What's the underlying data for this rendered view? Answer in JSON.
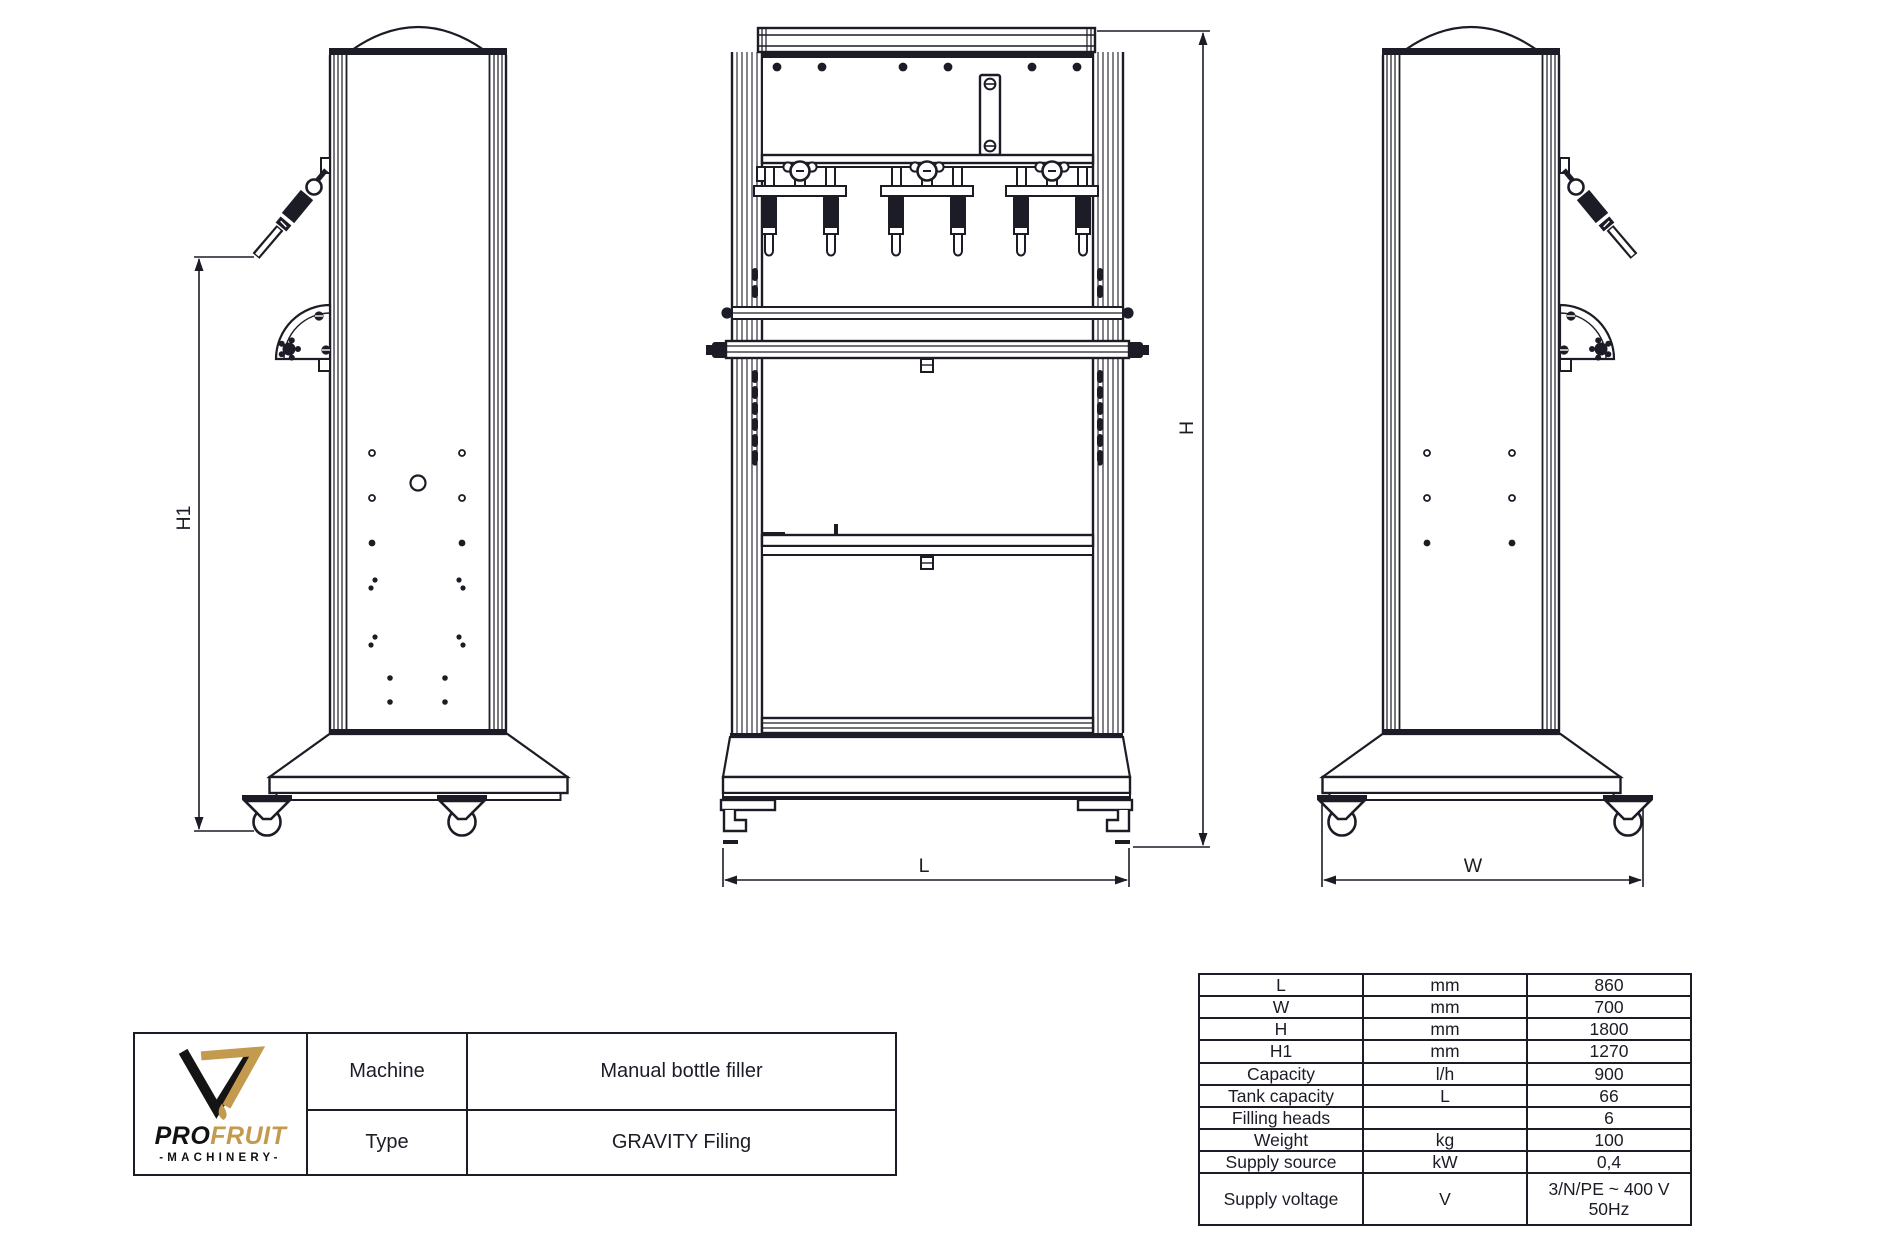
{
  "colors": {
    "line": "#1c1c26",
    "gold": "#c49a4e",
    "black": "#111111",
    "bg": "#ffffff"
  },
  "drawing": {
    "dim_labels": {
      "h1": "H1",
      "h": "H",
      "l": "L",
      "w": "W"
    }
  },
  "title_block": {
    "logo": {
      "pro": "PRO",
      "fruit": "FRUIT",
      "machinery": "-MACHINERY-"
    },
    "machine_label": "Machine",
    "machine_value": "Manual bottle filler",
    "type_label": "Type",
    "type_value": "GRAVITY Filing"
  },
  "spec_table": {
    "rows": [
      {
        "param": "L",
        "unit": "mm",
        "value": "860"
      },
      {
        "param": "W",
        "unit": "mm",
        "value": "700"
      },
      {
        "param": "H",
        "unit": "mm",
        "value": "1800"
      },
      {
        "param": "H1",
        "unit": "mm",
        "value": "1270"
      },
      {
        "param": "Capacity",
        "unit": "l/h",
        "value": "900"
      },
      {
        "param": "Tank capacity",
        "unit": "L",
        "value": "66"
      },
      {
        "param": "Filling heads",
        "unit": "",
        "value": "6"
      },
      {
        "param": "Weight",
        "unit": "kg",
        "value": "100"
      },
      {
        "param": "Supply source",
        "unit": "kW",
        "value": "0,4"
      },
      {
        "param": "Supply voltage",
        "unit": "V",
        "value": "3/N/PE ~ 400 V",
        "value2": "50Hz"
      }
    ]
  }
}
